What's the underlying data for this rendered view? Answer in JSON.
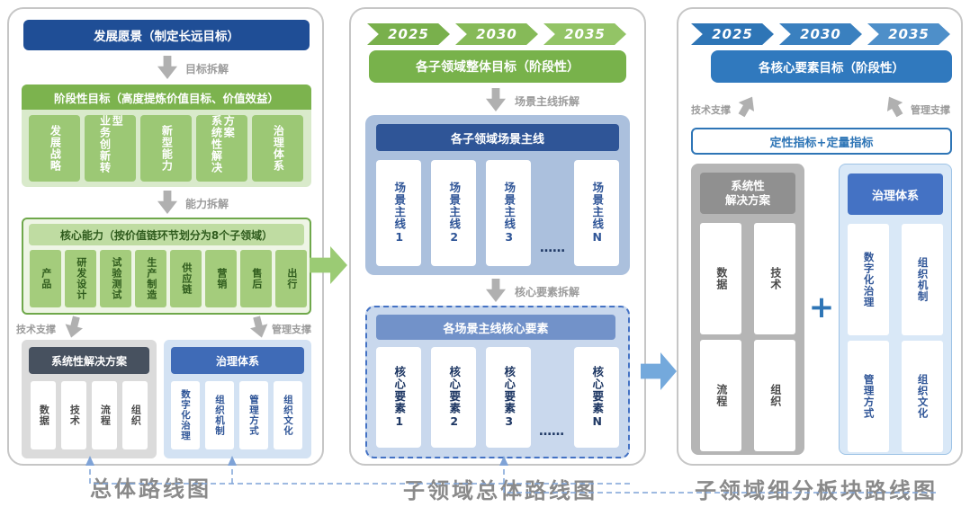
{
  "left_panel": {
    "vision_banner": "发展愿景（制定长远目标）",
    "arrow1_label": "目标拆解",
    "stage_goals": {
      "header": "阶段性目标（高度提炼价值目标、价值效益）",
      "items": [
        "发展战略",
        "业务创新转型",
        "新型能力",
        "系统性解决方案",
        "治理体系"
      ]
    },
    "arrow2_label": "能力拆解",
    "core_capability": {
      "header": "核心能力（按价值链环节划分为8个子领域）",
      "items": [
        "产品",
        "研发设计",
        "试验测试",
        "生产制造",
        "供应链",
        "营销",
        "售后",
        "出行"
      ]
    },
    "support_left": "技术支撑",
    "support_right": "管理支撑",
    "solution_box": {
      "header": "系统性解决方案",
      "items": [
        "数据",
        "技术",
        "流程",
        "组织"
      ]
    },
    "governance_box": {
      "header": "治理体系",
      "items": [
        "数字化治理",
        "组织机制",
        "管理方式",
        "组织文化"
      ]
    },
    "caption": "总体路线图"
  },
  "middle_panel": {
    "years": [
      "2025",
      "2030",
      "2035"
    ],
    "goal_banner": "各子领域整体目标（阶段性）",
    "arrow1_label": "场景主线拆解",
    "scenario_box": {
      "header": "各子领域场景主线",
      "items": [
        "场景主线1",
        "场景主线2",
        "场景主线3",
        "场景主线N"
      ],
      "ellipsis": "……"
    },
    "arrow2_label": "核心要素拆解",
    "element_box": {
      "header": "各场景主线核心要素",
      "items": [
        "核心要素1",
        "核心要素2",
        "核心要素3",
        "核心要素N"
      ],
      "ellipsis": "……"
    },
    "caption": "子领域总体路线图"
  },
  "right_panel": {
    "years": [
      "2025",
      "2030",
      "2035"
    ],
    "goal_banner": "各核心要素目标（阶段性）",
    "support_left": "技术支撑",
    "support_right": "管理支撑",
    "indicator_label": "定性指标+定量指标",
    "solution_box": {
      "header": "系统性\n解决方案",
      "items": [
        "数据",
        "技术",
        "流程",
        "组织"
      ]
    },
    "plus_sign": "+",
    "governance_box": {
      "header": "治理体系",
      "items": [
        "数字化治理",
        "组织机制",
        "管理方式",
        "组织文化"
      ]
    },
    "caption": "子领域细分板块路线图"
  },
  "colors": {
    "navy_banner": "#1F4E96",
    "green": "#78B24B",
    "green_item": "#9CC875",
    "blue_header": "#2F5597",
    "blue": "#2E75B6",
    "governance_blue": "#4472C4",
    "dark_gray_header": "#47515F",
    "arrow_gray": "#B0B0B0",
    "dashed_connector": "#7FA3D7"
  }
}
